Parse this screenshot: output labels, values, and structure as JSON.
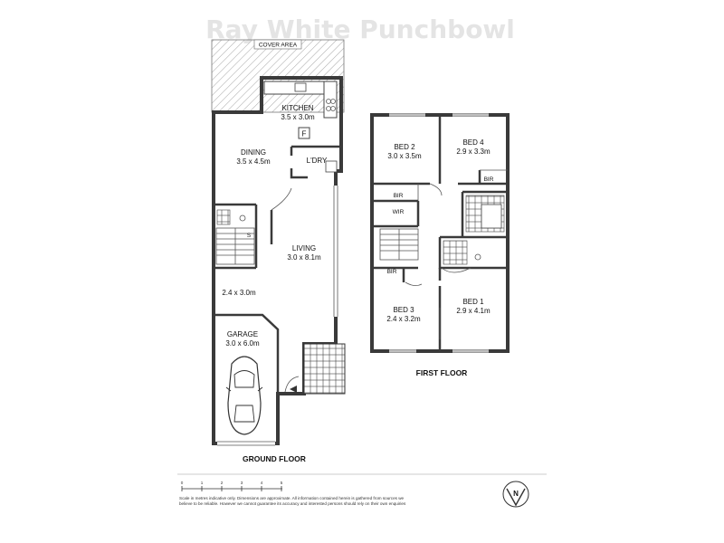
{
  "watermark": "Ray White Punchbowl",
  "ground_floor": {
    "title": "GROUND FLOOR",
    "cover_area": "COVER AREA",
    "kitchen": {
      "name": "KITCHEN",
      "dims": "3.5 x 3.0m"
    },
    "fridge": "F",
    "dining": {
      "name": "DINING",
      "dims": "3.5 x 4.5m"
    },
    "laundry": {
      "name": "L'DRY"
    },
    "living": {
      "name": "LIVING",
      "dims": "3.0 x 8.1m"
    },
    "stair_label": "S",
    "room": {
      "dims": "2.4 x 3.0m"
    },
    "garage": {
      "name": "GARAGE",
      "dims": "3.0 x 6.0m"
    }
  },
  "first_floor": {
    "title": "FIRST FLOOR",
    "bed2": {
      "name": "BED 2",
      "dims": "3.0 x 3.5m"
    },
    "bed4": {
      "name": "BED 4",
      "dims": "2.9 x 3.3m"
    },
    "bed3": {
      "name": "BED 3",
      "dims": "2.4 x 3.2m"
    },
    "bed1": {
      "name": "BED 1",
      "dims": "2.9 x 4.1m"
    },
    "bir_labels": [
      "BIR",
      "BIR",
      "BIR"
    ],
    "wir": "WIR"
  },
  "scale": {
    "ticks": [
      "0",
      "1",
      "2",
      "3",
      "4",
      "5"
    ]
  },
  "disclaimer": {
    "line1": "Scale in metres indicative only. Dimensions are approximate. All information contained herein is gathered from sources we",
    "line2": "believe to be reliable. However we cannot guarantee its accuracy and interested persons should rely on their own enquiries"
  },
  "compass": {
    "label": "N"
  }
}
